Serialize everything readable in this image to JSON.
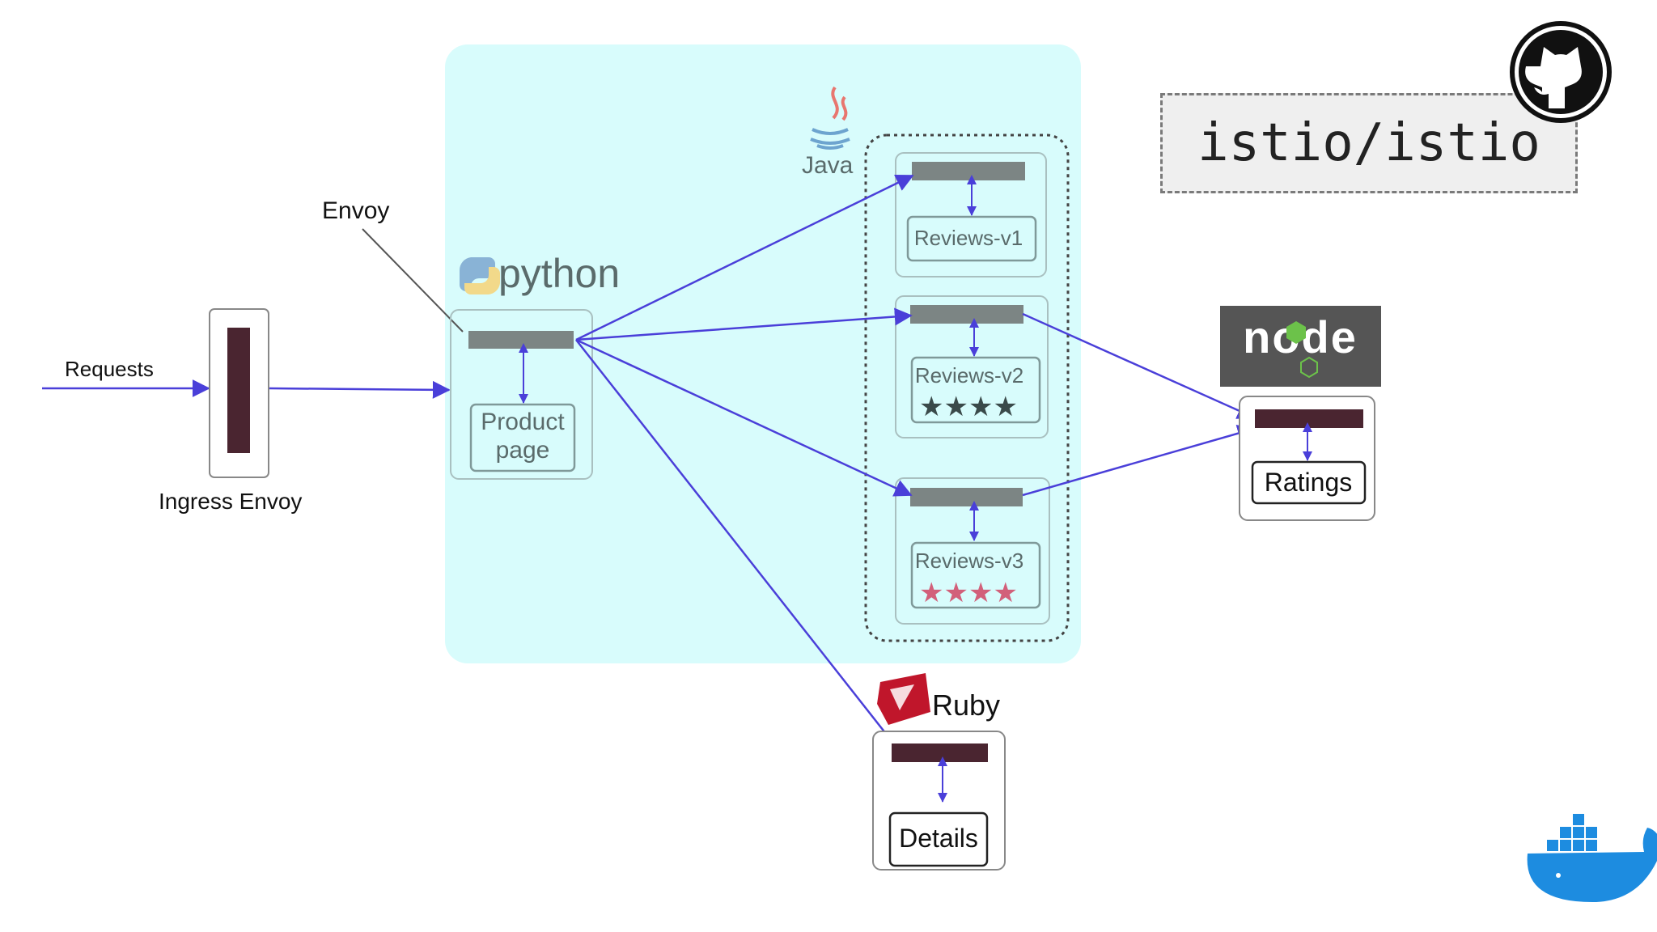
{
  "labels": {
    "requests": "Requests",
    "ingress": "Ingress Envoy",
    "envoy": "Envoy",
    "python": "python",
    "java": "Java",
    "ruby": "Ruby",
    "node": "node"
  },
  "services": {
    "productpage": [
      "Product",
      "page"
    ],
    "reviews_v1": "Reviews-v1",
    "reviews_v2": "Reviews-v2",
    "reviews_v3": "Reviews-v3",
    "ratings": "Ratings",
    "details": "Details"
  },
  "stars": {
    "reviews_v2": {
      "text": "★★★★",
      "color": "#3a4a4a"
    },
    "reviews_v3": {
      "text": "★★★★",
      "color": "#d2607a"
    }
  },
  "repo": "istio/istio",
  "colors": {
    "mesh_background": "#d8fcfc",
    "arrow": "#4a3fd9",
    "sidecar_gray": "#7c8584",
    "sidecar_dark": "#4a2530",
    "node_badge": "#555555",
    "ruby": "#c0162b",
    "docker": "#1d8ce0"
  },
  "icons": [
    "python-logo-icon",
    "java-logo-icon",
    "ruby-logo-icon",
    "nodejs-logo-icon",
    "github-icon",
    "docker-whale-icon"
  ]
}
